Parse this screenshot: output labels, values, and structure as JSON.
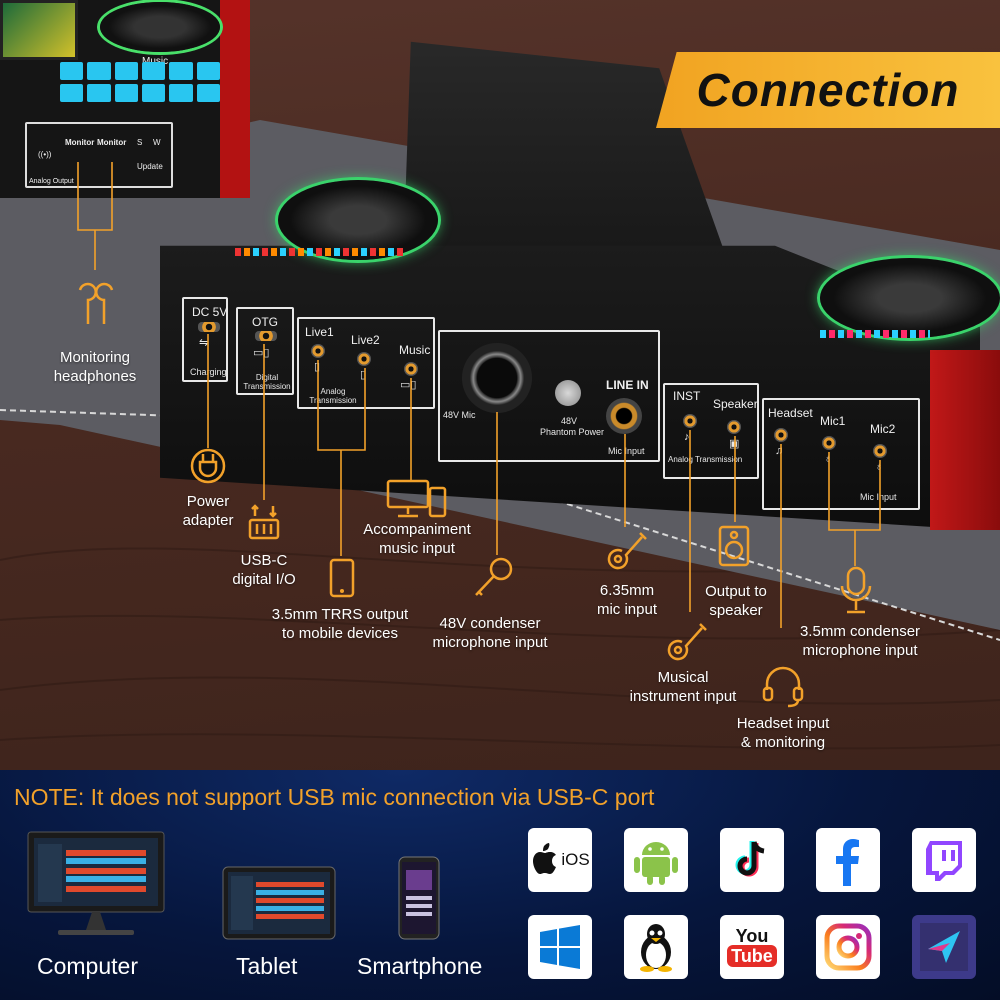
{
  "banner": {
    "title": "Connection"
  },
  "second_unit": {
    "monitor1": "Monitor",
    "monitor2": "Monitor",
    "s": "S",
    "w": "W",
    "update": "Update",
    "analog_output": "Analog Output",
    "music": "Music"
  },
  "panel": {
    "dc5v": "DC 5V",
    "charging": "Charging",
    "otg": "OTG",
    "digital_transmission": "Digital Transmission",
    "live1": "Live1",
    "live2": "Live2",
    "music": "Music",
    "analog_transmission": "Analog Transmission",
    "mic48v": "48V Mic",
    "phantom_power_48v": "48V",
    "phantom_power": "Phantom Power",
    "line_in": "LINE IN",
    "mic_input_1": "Mic Input",
    "inst": "INST",
    "speaker": "Speaker",
    "analog_transmission_2": "Analog Transmission",
    "headset": "Headset",
    "mic1": "Mic1",
    "mic2": "Mic2",
    "mic_input_2": "Mic Input"
  },
  "callouts": {
    "monitoring_headphones": "Monitoring\nheadphones",
    "power_adapter": "Power\nadapter",
    "usbc_digital_io": "USB-C\ndigital I/O",
    "trrs_output": "3.5mm TRRS output\nto mobile devices",
    "accompaniment": "Accompaniment\nmusic input",
    "condenser_48v": "48V condenser\nmicrophone input",
    "mic_635": "6.35mm\nmic input",
    "output_speaker": "Output to\nspeaker",
    "musical_instrument": "Musical\ninstrument input",
    "headset_input": "Headset input\n& monitoring",
    "condenser_35": "3.5mm condenser\nmicrophone input"
  },
  "note": "NOTE: It does not support USB mic connection via USB-C port",
  "devices": {
    "computer": "Computer",
    "tablet": "Tablet",
    "smartphone": "Smartphone"
  },
  "platforms": {
    "ios_label": "iOS",
    "youtube_top": "You",
    "youtube_bottom": "Tube"
  },
  "colors": {
    "accent": "#f2a12a",
    "banner": "#f7b52f",
    "device_red": "#b31212",
    "led_green": "#3ad36b",
    "note_bg": "#06163d"
  }
}
